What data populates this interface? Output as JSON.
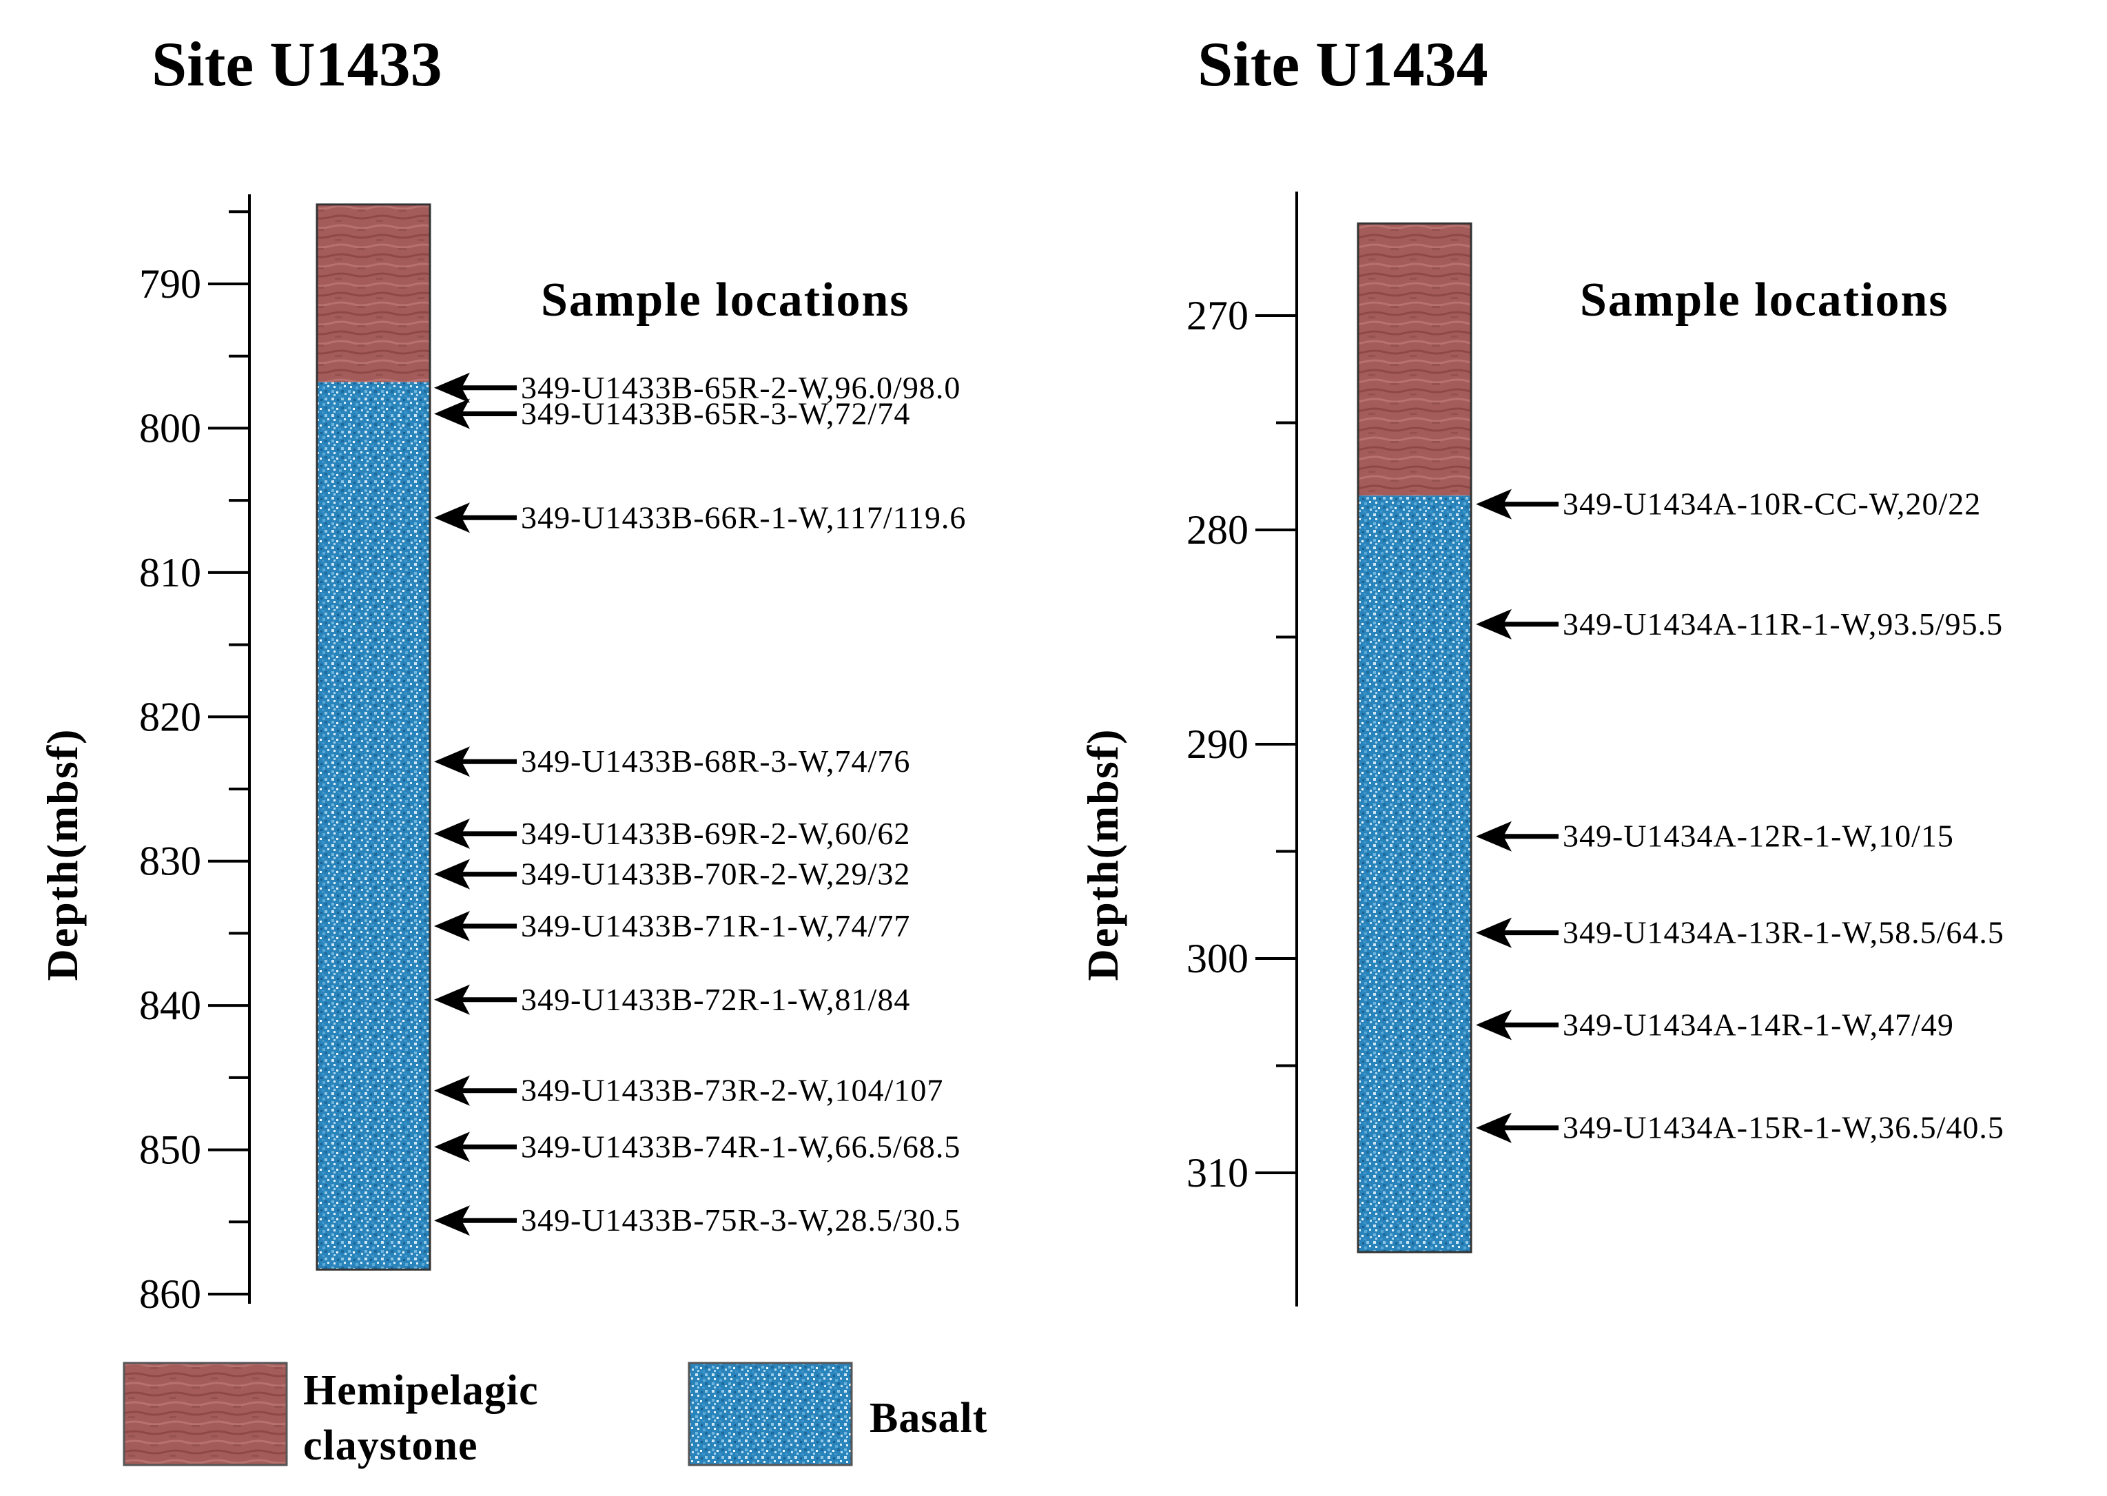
{
  "colors": {
    "hemipelagic_claystone": "#a05a58",
    "basalt": "#2f88bf",
    "axis": "#000000"
  },
  "columns": [
    {
      "site_title": "Site U1433",
      "sample_header": "Sample locations",
      "y_label": "Depth(mbsf)",
      "depth_range": [
        784,
        860
      ],
      "ticks": [
        790,
        800,
        810,
        820,
        830,
        840,
        850,
        860
      ],
      "minor_ticks": [
        785,
        795,
        805,
        815,
        825,
        835,
        845,
        855
      ],
      "lithology": [
        {
          "unit": "hemipelagic_claystone",
          "top": 784.5,
          "bottom": 796.8
        },
        {
          "unit": "basalt",
          "top": 796.8,
          "bottom": 858.3
        }
      ],
      "samples": [
        {
          "label": "349-U1433B-65R-2-W,96.0/98.0",
          "depth": 797.2
        },
        {
          "label": "349-U1433B-65R-3-W,72/74",
          "depth": 799.0
        },
        {
          "label": "349-U1433B-66R-1-W,117/119.6",
          "depth": 806.2
        },
        {
          "label": "349-U1433B-68R-3-W,74/76",
          "depth": 823.1
        },
        {
          "label": "349-U1433B-69R-2-W,60/62",
          "depth": 828.1
        },
        {
          "label": "349-U1433B-70R-2-W,29/32",
          "depth": 830.9
        },
        {
          "label": "349-U1433B-71R-1-W,74/77",
          "depth": 834.5
        },
        {
          "label": "349-U1433B-72R-1-W,81/84",
          "depth": 839.6
        },
        {
          "label": "349-U1433B-73R-2-W,104/107",
          "depth": 845.9
        },
        {
          "label": "349-U1433B-74R-1-W,66.5/68.5",
          "depth": 849.8
        },
        {
          "label": "349-U1433B-75R-3-W,28.5/30.5",
          "depth": 854.9
        }
      ]
    },
    {
      "site_title": "Site U1434",
      "sample_header": "Sample locations",
      "y_label": "Depth(mbsf)",
      "depth_range": [
        265.5,
        316
      ],
      "ticks": [
        270,
        280,
        290,
        300,
        310
      ],
      "minor_ticks": [
        275,
        285,
        295,
        305
      ],
      "lithology": [
        {
          "unit": "hemipelagic_claystone",
          "top": 265.7,
          "bottom": 278.4
        },
        {
          "unit": "basalt",
          "top": 278.4,
          "bottom": 313.7
        }
      ],
      "samples": [
        {
          "label": "349-U1434A-10R-CC-W,20/22",
          "depth": 278.8
        },
        {
          "label": "349-U1434A-11R-1-W,93.5/95.5",
          "depth": 284.4
        },
        {
          "label": "349-U1434A-12R-1-W,10/15",
          "depth": 294.3
        },
        {
          "label": "349-U1434A-13R-1-W,58.5/64.5",
          "depth": 298.8
        },
        {
          "label": "349-U1434A-14R-1-W,47/49",
          "depth": 303.1
        },
        {
          "label": "349-U1434A-15R-1-W,36.5/40.5",
          "depth": 307.9
        }
      ]
    }
  ],
  "legend": {
    "claystone_line1": "Hemipelagic",
    "claystone_line2": "claystone",
    "basalt": "Basalt"
  }
}
